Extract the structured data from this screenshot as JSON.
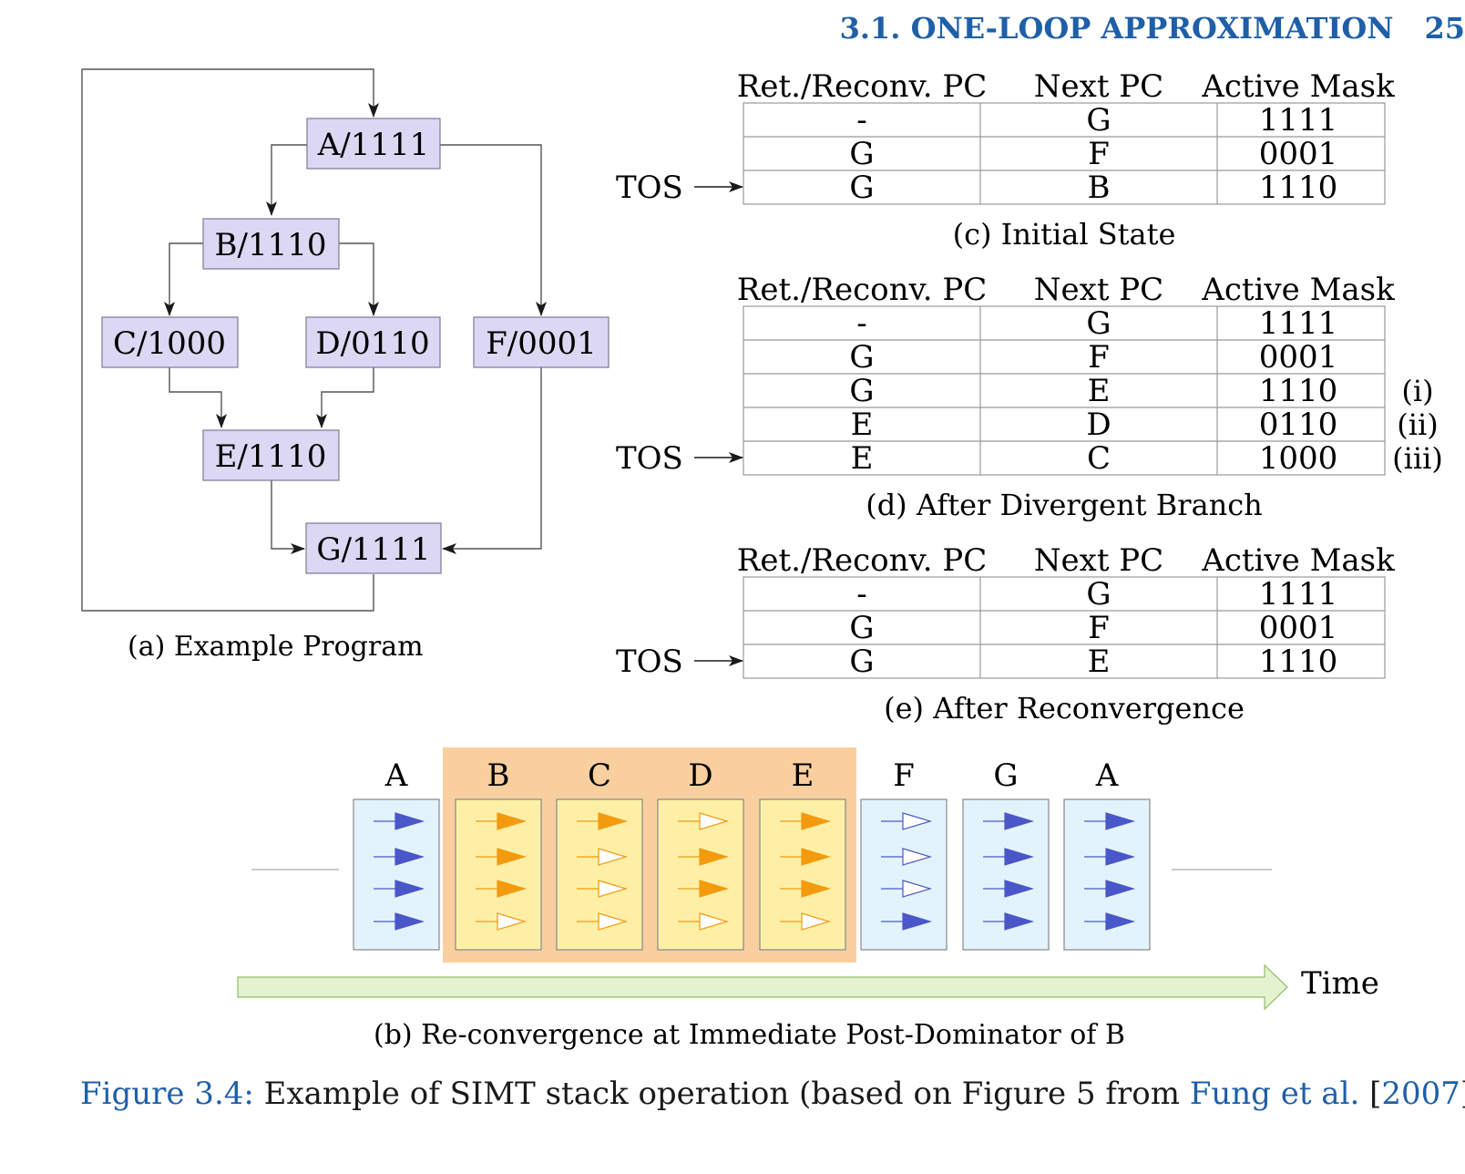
{
  "header": {
    "section": "3.1. ONE-LOOP APPROXIMATION",
    "page": "25"
  },
  "cfg": {
    "blocks": [
      "A/1111",
      "B/1110",
      "C/1000",
      "D/0110",
      "F/0001",
      "E/1110",
      "G/1111"
    ],
    "caption": "(a)  Example Program"
  },
  "tables": {
    "columns": [
      "Ret./Reconv. PC",
      "Next PC",
      "Active Mask"
    ],
    "tos_label": "TOS",
    "initial": {
      "rows": [
        [
          "-",
          "G",
          "1111"
        ],
        [
          "G",
          "F",
          "0001"
        ],
        [
          "G",
          "B",
          "1110"
        ]
      ],
      "caption": "(c)  Initial State"
    },
    "divergent": {
      "rows": [
        [
          "-",
          "G",
          "1111"
        ],
        [
          "G",
          "F",
          "0001"
        ],
        [
          "G",
          "E",
          "1110"
        ],
        [
          "E",
          "D",
          "0110"
        ],
        [
          "E",
          "C",
          "1000"
        ]
      ],
      "notes": [
        "(i)",
        "(ii)",
        "(iii)"
      ],
      "caption": "(d)  After Divergent Branch"
    },
    "reconvergence": {
      "rows": [
        [
          "-",
          "G",
          "1111"
        ],
        [
          "G",
          "F",
          "0001"
        ],
        [
          "G",
          "E",
          "1110"
        ]
      ],
      "caption": "(e)  After Reconvergence"
    }
  },
  "timeline": {
    "steps": [
      {
        "label": "A",
        "mask": "1111"
      },
      {
        "label": "B",
        "mask": "1110"
      },
      {
        "label": "C",
        "mask": "1000"
      },
      {
        "label": "D",
        "mask": "0110"
      },
      {
        "label": "E",
        "mask": "1110"
      },
      {
        "label": "F",
        "mask": "0001"
      },
      {
        "label": "G",
        "mask": "1111"
      },
      {
        "label": "A",
        "mask": "1111"
      }
    ],
    "time_label": "Time",
    "caption": "(b)  Re-convergence at Immediate Post-Dominator of B",
    "colors": {
      "normal_box": "#e3f3fb",
      "divergent_box": "#fdf0a6",
      "divergent_region": "#f9cfa0",
      "blue_arrow": "#4a57c8",
      "orange_arrow": "#f39a0f",
      "time_bar": "#e4f2cf"
    }
  },
  "figure_caption": {
    "label": "Figure 3.4:",
    "text_before": " Example of SIMT stack operation (based on Figure 5 from ",
    "citation": "Fung et al.",
    "bracket_open": " [",
    "year": "2007",
    "bracket_close": "]).",
    "color": "#1f5fa8"
  },
  "colors": {
    "block_fill": "#dcd7f2",
    "block_stroke": "#7a7a9a",
    "line": "#333333"
  }
}
